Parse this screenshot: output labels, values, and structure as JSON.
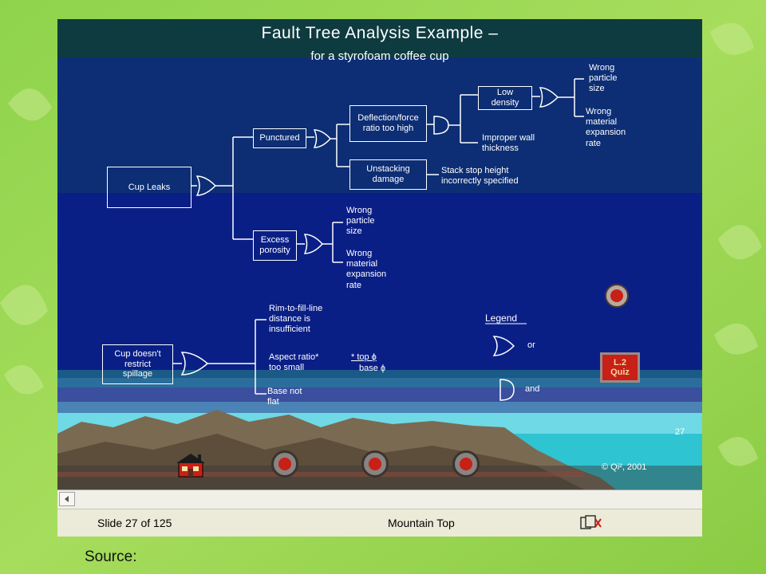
{
  "slide": {
    "title": "Fault Tree Analysis Example –",
    "subtitle": "for a styrofoam coffee cup",
    "slide_number": "27",
    "copyright": "© Qi², 2001"
  },
  "tree": {
    "cup_leaks": "Cup Leaks",
    "punctured": "Punctured",
    "excess_porosity": "Excess\nporosity",
    "deflection": "Deflection/force\nratio too high",
    "unstacking": "Unstacking\ndamage",
    "low_density": "Low\ndensity",
    "wrong_particle_size_1": "Wrong\nparticle\nsize",
    "wrong_material_1": "Wrong\nmaterial\nexpansion\nrate",
    "improper_wall": "Improper wall\nthickness",
    "stack_stop": "Stack stop height\nincorrectly specified",
    "wrong_particle_size_2": "Wrong\nparticle\nsize",
    "wrong_material_2": "Wrong\nmaterial\nexpansion\nrate",
    "cup_spillage": "Cup doesn't\nrestrict\nspillage",
    "rim_to_fill": "Rim-to-fill-line\ndistance is\ninsufficient",
    "aspect_ratio": "Aspect ratio*\ntoo small",
    "aspect_note_top": "* top ϕ",
    "aspect_note_base": "base ϕ",
    "base_not_flat": "Base not\nflat"
  },
  "legend": {
    "title": "Legend",
    "or_label": "or",
    "and_label": "and"
  },
  "controls": {
    "quiz_button": "L.2\nQuiz"
  },
  "statusbar": {
    "slide_position": "Slide 27 of 125",
    "design_name": "Mountain Top"
  },
  "footer": {
    "source_label": "Source:"
  },
  "colors": {
    "title_band": "#0e3b3f",
    "upper_field": "#0d2e74",
    "lower_field": "#0a1f86",
    "red_letters": "#ff3a2a",
    "nav_red": "#c81f16"
  }
}
